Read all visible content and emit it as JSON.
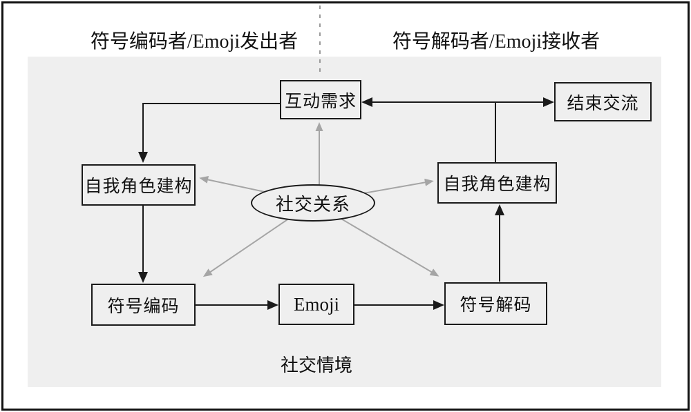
{
  "title_labels": {
    "encoder_side": "符号编码者/Emoji发出者",
    "decoder_side": "符号解码者/Emoji接收者"
  },
  "context_label": "社交情境",
  "nodes": {
    "interaction_need": "互动需求",
    "end_communication": "结束交流",
    "self_role_encoder": "自我角色建构",
    "self_role_decoder": "自我角色建构",
    "symbol_encode": "符号编码",
    "emoji": "Emoji",
    "symbol_decode": "符号解码",
    "social_relation": "社交关系"
  },
  "edges": [
    {
      "from": "interaction_need",
      "to": "self_role_encoder",
      "style": "solid",
      "color": "black"
    },
    {
      "from": "self_role_encoder",
      "to": "symbol_encode",
      "style": "solid",
      "color": "black"
    },
    {
      "from": "symbol_encode",
      "to": "emoji",
      "style": "solid",
      "color": "black"
    },
    {
      "from": "emoji",
      "to": "symbol_decode",
      "style": "solid",
      "color": "black"
    },
    {
      "from": "symbol_decode",
      "to": "self_role_decoder",
      "style": "solid",
      "color": "black"
    },
    {
      "from": "self_role_decoder",
      "to": "interaction_need",
      "style": "solid",
      "color": "black"
    },
    {
      "from": "self_role_decoder",
      "to": "end_communication",
      "style": "solid",
      "color": "black"
    },
    {
      "from": "social_relation",
      "to": "interaction_need",
      "style": "solid",
      "color": "gray"
    },
    {
      "from": "social_relation",
      "to": "self_role_encoder",
      "style": "solid",
      "color": "gray"
    },
    {
      "from": "social_relation",
      "to": "self_role_decoder",
      "style": "solid",
      "color": "gray"
    },
    {
      "from": "social_relation",
      "to": "symbol_encode",
      "style": "solid",
      "color": "gray"
    },
    {
      "from": "social_relation",
      "to": "symbol_decode",
      "style": "solid",
      "color": "gray"
    },
    {
      "from": "top-border",
      "to": "interaction_need",
      "style": "dashed",
      "color": "gray"
    }
  ],
  "colors": {
    "panel_background": "#efefef",
    "frame_border": "#111111",
    "node_border": "#1a1a1a",
    "arrow_black": "#1a1a1a",
    "arrow_gray": "#a5a5a5",
    "dashed_line": "#999999"
  }
}
